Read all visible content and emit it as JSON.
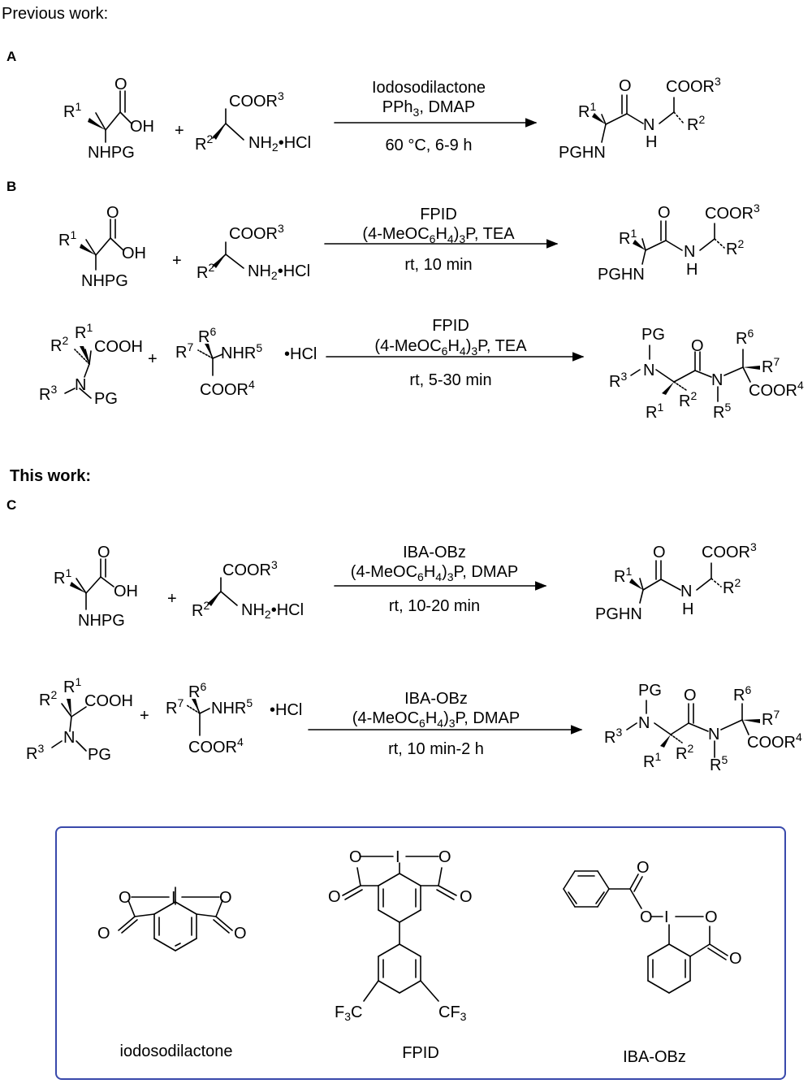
{
  "headers": {
    "previous_work": "Previous work:",
    "this_work": "This work:"
  },
  "panels": {
    "a": "A",
    "b": "B",
    "c": "C"
  },
  "conditions": {
    "a": {
      "reagent1": "Iodosodilactone",
      "reagent2": "PPh3, DMAP",
      "conditions": "60 °C, 6-9 h"
    },
    "b1": {
      "reagent1": "FPID",
      "reagent2": "(4-MeOC6H4)3P, TEA",
      "conditions": "rt, 10 min"
    },
    "b2": {
      "reagent1": "FPID",
      "reagent2": "(4-MeOC6H4)3P, TEA",
      "conditions": "rt, 5-30 min"
    },
    "c1": {
      "reagent1": "IBA-OBz",
      "reagent2": "(4-MeOC6H4)3P, DMAP",
      "conditions": "rt, 10-20 min"
    },
    "c2": {
      "reagent1": "IBA-OBz",
      "reagent2": "(4-MeOC6H4)3P, DMAP",
      "conditions": "rt, 10 min-2 h"
    }
  },
  "molecule_text": {
    "plus": "+",
    "oh": "OH",
    "o": "O",
    "n": "N",
    "h": "H",
    "i": "I",
    "nhpg": "NHPG",
    "pghn": "PGHN",
    "pg": "PG",
    "cooh": "COOH",
    "coor": "COOR",
    "nh2hcl": "NH2•HCl",
    "nhr": "NHR",
    "hcl": "•HCl",
    "r": "R",
    "f3c": "F3C",
    "cf3": "CF3"
  },
  "reagent_names": {
    "iodosodilactone": "iodosodilactone",
    "fpid": "FPID",
    "ibaobz": "IBA-OBz"
  },
  "colors": {
    "box_border": "#3949ab"
  }
}
